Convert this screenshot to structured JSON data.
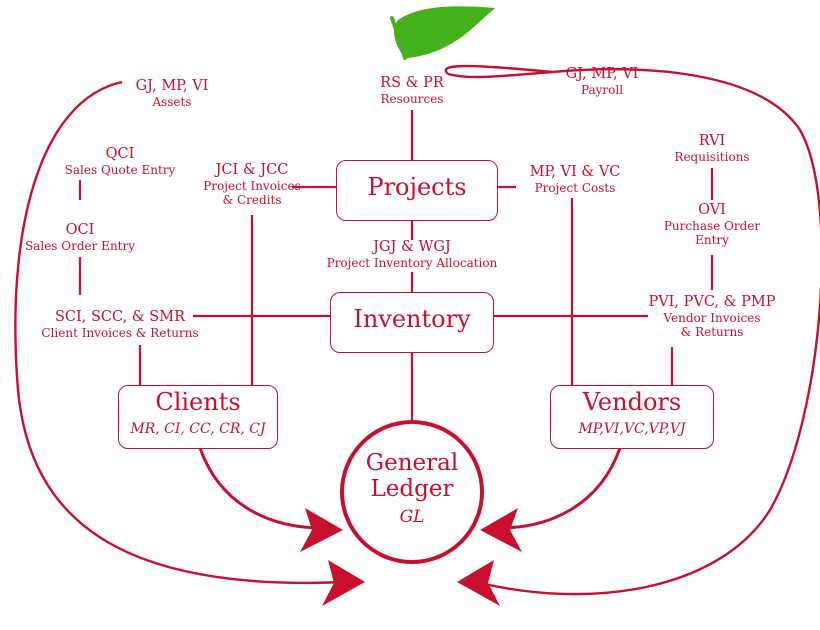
{
  "diagram": {
    "accent_color": "#c8102e",
    "leaf_color": "#44b01c",
    "nodes": {
      "projects": "Projects",
      "inventory": "Inventory",
      "clients": {
        "title": "Clients",
        "codes": "MR, CI, CC, CR, CJ"
      },
      "vendors": {
        "title": "Vendors",
        "codes": "MP,VI,VC,VP,VJ"
      },
      "general_ledger": {
        "line1": "General",
        "line2": "Ledger",
        "code": "GL"
      }
    },
    "labels": {
      "assets": {
        "codes": "GJ, MP, VI",
        "desc": "Assets"
      },
      "resources": {
        "codes": "RS & PR",
        "desc": "Resources"
      },
      "payroll": {
        "codes": "GJ, MP, VI",
        "desc": "Payroll"
      },
      "sales_quote": {
        "codes": "QCI",
        "desc": "Sales Quote Entry"
      },
      "project_invoices": {
        "codes": "JCI & JCC",
        "desc1": "Project Invoices",
        "desc2": "& Credits"
      },
      "project_costs": {
        "codes": "MP, VI & VC",
        "desc": "Project Costs"
      },
      "requisitions": {
        "codes": "RVI",
        "desc": "Requisitions"
      },
      "sales_order": {
        "codes": "OCI",
        "desc": "Sales Order Entry"
      },
      "purchase_order": {
        "codes": "OVI",
        "desc1": "Purchase Order",
        "desc2": "Entry"
      },
      "inventory_allocation": {
        "codes": "JGJ & WGJ",
        "desc": "Project Inventory Allocation"
      },
      "client_invoices": {
        "codes": "SCI, SCC, & SMR",
        "desc": "Client Invoices & Returns"
      },
      "vendor_invoices": {
        "codes": "PVI, PVC, & PMP",
        "desc1": "Vendor Invoices",
        "desc2": "& Returns"
      }
    }
  }
}
